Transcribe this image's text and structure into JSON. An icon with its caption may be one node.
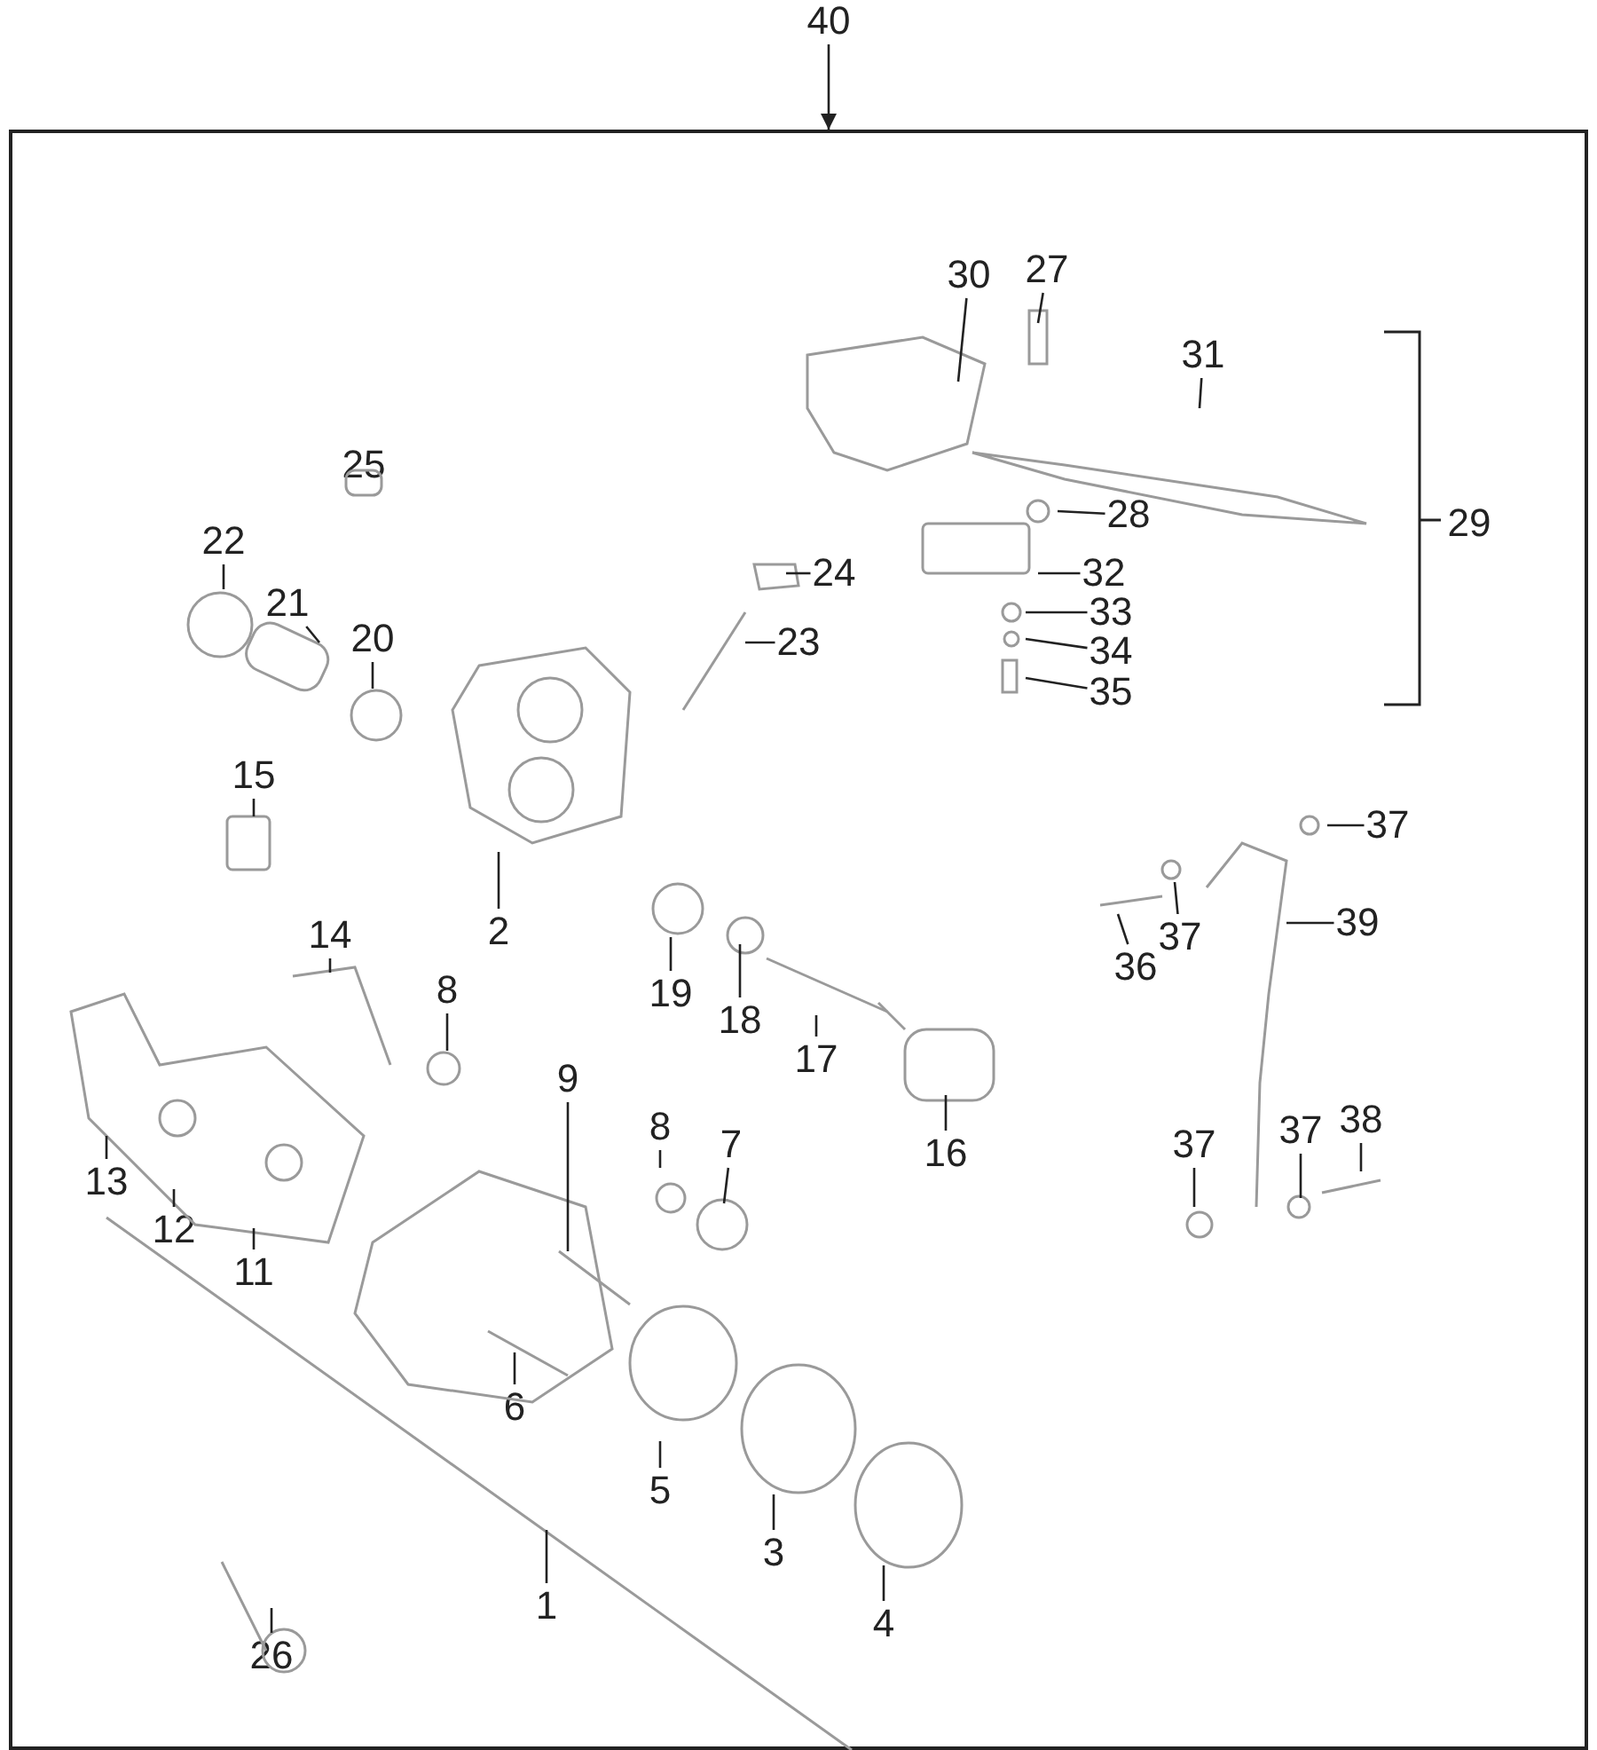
{
  "diagram": {
    "nodes": [
      {
        "text": [],
        "shape": "box"
      },
      {
        "text": [
          "40"
        ]
      },
      {
        "text": [
          "30"
        ],
        "in": 0
      },
      {
        "text": [
          "27"
        ],
        "in": 0
      },
      {
        "text": [
          "31"
        ],
        "in": 0
      },
      {
        "text": [
          "25"
        ],
        "in": 0
      },
      {
        "text": [
          "22"
        ],
        "in": 0
      },
      {
        "text": [
          "21"
        ],
        "in": 0
      },
      {
        "text": [
          "20"
        ],
        "in": 0
      },
      {
        "text": [
          "24"
        ],
        "in": 0
      },
      {
        "text": [
          "23"
        ],
        "in": 0
      },
      {
        "text": [
          "28"
        ],
        "in": 0
      },
      {
        "text": [
          "32"
        ],
        "in": 0
      },
      {
        "text": [
          "33"
        ],
        "in": 0
      },
      {
        "text": [
          "34"
        ],
        "in": 0
      },
      {
        "text": [
          "35"
        ],
        "in": 0
      },
      {
        "text": [
          "15"
        ],
        "in": 0
      },
      {
        "text": [
          "2"
        ],
        "in": 0
      },
      {
        "text": [
          "37"
        ],
        "in": 0
      },
      {
        "text": [
          "36"
        ],
        "in": 0
      },
      {
        "text": [
          "37"
        ],
        "in": 0
      },
      {
        "text": [
          "39"
        ],
        "in": 0
      },
      {
        "text": [
          "19"
        ],
        "in": 0
      },
      {
        "text": [
          "18"
        ],
        "in": 0
      },
      {
        "text": [
          "14"
        ],
        "in": 0
      },
      {
        "text": [
          "8"
        ],
        "in": 0
      },
      {
        "text": [
          "17"
        ],
        "in": 0
      },
      {
        "text": [
          "16"
        ],
        "in": 0
      },
      {
        "text": [
          "13"
        ],
        "in": 0
      },
      {
        "text": [
          "9"
        ],
        "in": 0
      },
      {
        "text": [
          "8"
        ],
        "in": 0
      },
      {
        "text": [
          "7"
        ],
        "in": 0
      },
      {
        "text": [
          "37"
        ],
        "in": 0
      },
      {
        "text": [
          "37"
        ],
        "in": 0
      },
      {
        "text": [
          "38"
        ],
        "in": 0
      },
      {
        "text": [
          "12"
        ],
        "in": 0
      },
      {
        "text": [
          "11"
        ],
        "in": 0
      },
      {
        "text": [
          "6"
        ],
        "in": 0
      },
      {
        "text": [
          "5"
        ],
        "in": 0
      },
      {
        "text": [
          "3"
        ],
        "in": 0
      },
      {
        "text": [
          "1"
        ],
        "in": 0
      },
      {
        "text": [
          "4"
        ],
        "in": 0
      },
      {
        "text": [
          "26"
        ],
        "in": 0
      }
    ],
    "edges": [
      {
        "from": 1,
        "to": 0,
        "arrow": "to"
      },
      {
        "from": 2,
        "to": null,
        "arrow": "none"
      },
      {
        "from": 3,
        "to": null,
        "arrow": "none"
      },
      {
        "from": 4,
        "to": null,
        "arrow": "none"
      },
      {
        "from": 6,
        "to": null,
        "arrow": "none"
      },
      {
        "from": 7,
        "to": null,
        "arrow": "none"
      },
      {
        "from": 8,
        "to": null,
        "arrow": "none"
      },
      {
        "from": 9,
        "to": null,
        "arrow": "none"
      },
      {
        "from": 10,
        "to": null,
        "arrow": "none"
      },
      {
        "from": 11,
        "to": null,
        "arrow": "none"
      },
      {
        "from": 12,
        "to": null,
        "arrow": "none"
      },
      {
        "from": 13,
        "to": null,
        "arrow": "none"
      },
      {
        "from": 14,
        "to": null,
        "arrow": "none"
      },
      {
        "from": 15,
        "to": null,
        "arrow": "none"
      },
      {
        "from": 16,
        "to": null,
        "arrow": "none"
      },
      {
        "from": 17,
        "to": null,
        "arrow": "none"
      },
      {
        "from": 18,
        "to": null,
        "arrow": "none"
      },
      {
        "from": 19,
        "to": null,
        "arrow": "none"
      },
      {
        "from": 20,
        "to": null,
        "arrow": "none"
      },
      {
        "from": 21,
        "to": null,
        "arrow": "none"
      },
      {
        "from": 22,
        "to": null,
        "arrow": "none"
      },
      {
        "from": 23,
        "to": null,
        "arrow": "none"
      },
      {
        "from": 24,
        "to": null,
        "arrow": "none"
      },
      {
        "from": 25,
        "to": null,
        "arrow": "none"
      },
      {
        "from": 26,
        "to": null,
        "arrow": "none"
      },
      {
        "from": 27,
        "to": null,
        "arrow": "none"
      },
      {
        "from": 28,
        "to": null,
        "arrow": "none"
      },
      {
        "from": 29,
        "to": null,
        "arrow": "none"
      },
      {
        "from": 30,
        "to": null,
        "arrow": "none"
      },
      {
        "from": 31,
        "to": null,
        "arrow": "none"
      },
      {
        "from": 32,
        "to": null,
        "arrow": "none"
      },
      {
        "from": 33,
        "to": null,
        "arrow": "none"
      },
      {
        "from": 34,
        "to": null,
        "arrow": "none"
      },
      {
        "from": 35,
        "to": null,
        "arrow": "none"
      },
      {
        "from": 36,
        "to": null,
        "arrow": "none"
      },
      {
        "from": 37,
        "to": null,
        "arrow": "none"
      },
      {
        "from": 38,
        "to": null,
        "arrow": "none"
      },
      {
        "from": 39,
        "to": null,
        "arrow": "none"
      },
      {
        "from": 40,
        "to": null,
        "arrow": "none"
      },
      {
        "from": 41,
        "to": null,
        "arrow": "none"
      },
      {
        "from": 42,
        "to": null,
        "arrow": "none"
      }
    ],
    "labels": [
      "29"
    ]
  }
}
